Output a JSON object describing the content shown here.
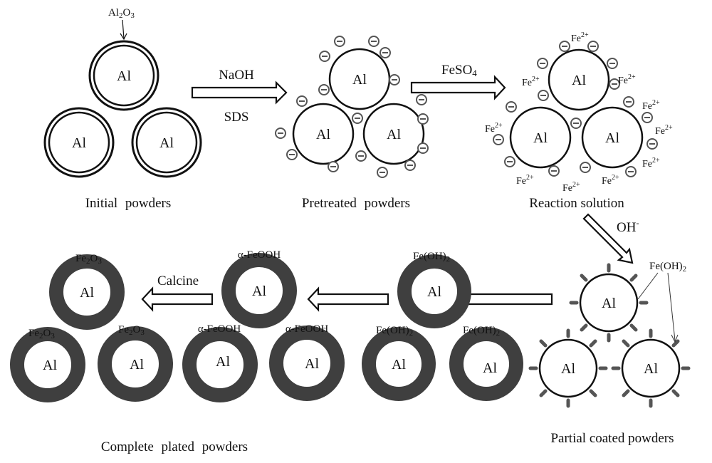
{
  "title": "Schematic of Fe2O3 coating process on Al powders",
  "colors": {
    "line": "#111111",
    "charge": "#555555",
    "coating": "#3f3f3f",
    "background": "#ffffff"
  },
  "stages": {
    "initial": {
      "caption": "Initial powders",
      "particle_label": "Al",
      "shell_label_main": "Al",
      "shell_label_sub": "2",
      "shell_label_main2": "O",
      "shell_label_sub2": "3"
    },
    "pretreated": {
      "caption": "Pretreated powders",
      "particle_label": "Al",
      "charge_symbol": "minus"
    },
    "reaction": {
      "caption": "Reaction solution",
      "particle_label": "Al",
      "ion_main": "Fe",
      "ion_sup": "2+"
    },
    "partial": {
      "caption": "Partial coated powders",
      "particle_label": "Al",
      "callout_main": "Fe(OH)",
      "callout_sub": "2"
    },
    "feoh2": {
      "particle_label": "Al",
      "shell_main": "Fe(OH)",
      "shell_sub": "2"
    },
    "feooh": {
      "particle_label": "Al",
      "shell_label": "α-FeOOH"
    },
    "complete": {
      "caption": "Complete plated powders",
      "particle_label": "Al",
      "shell_main": "Fe",
      "shell_sub": "2",
      "shell_main2": "O",
      "shell_sub2": "3"
    }
  },
  "arrows": {
    "step1_top": "NaOH",
    "step1_bottom": "SDS",
    "step2_top": "FeSO",
    "step2_top_sub": "4",
    "step3_label": "OH",
    "step3_label_sup": "-",
    "step6_label": "Calcine"
  }
}
